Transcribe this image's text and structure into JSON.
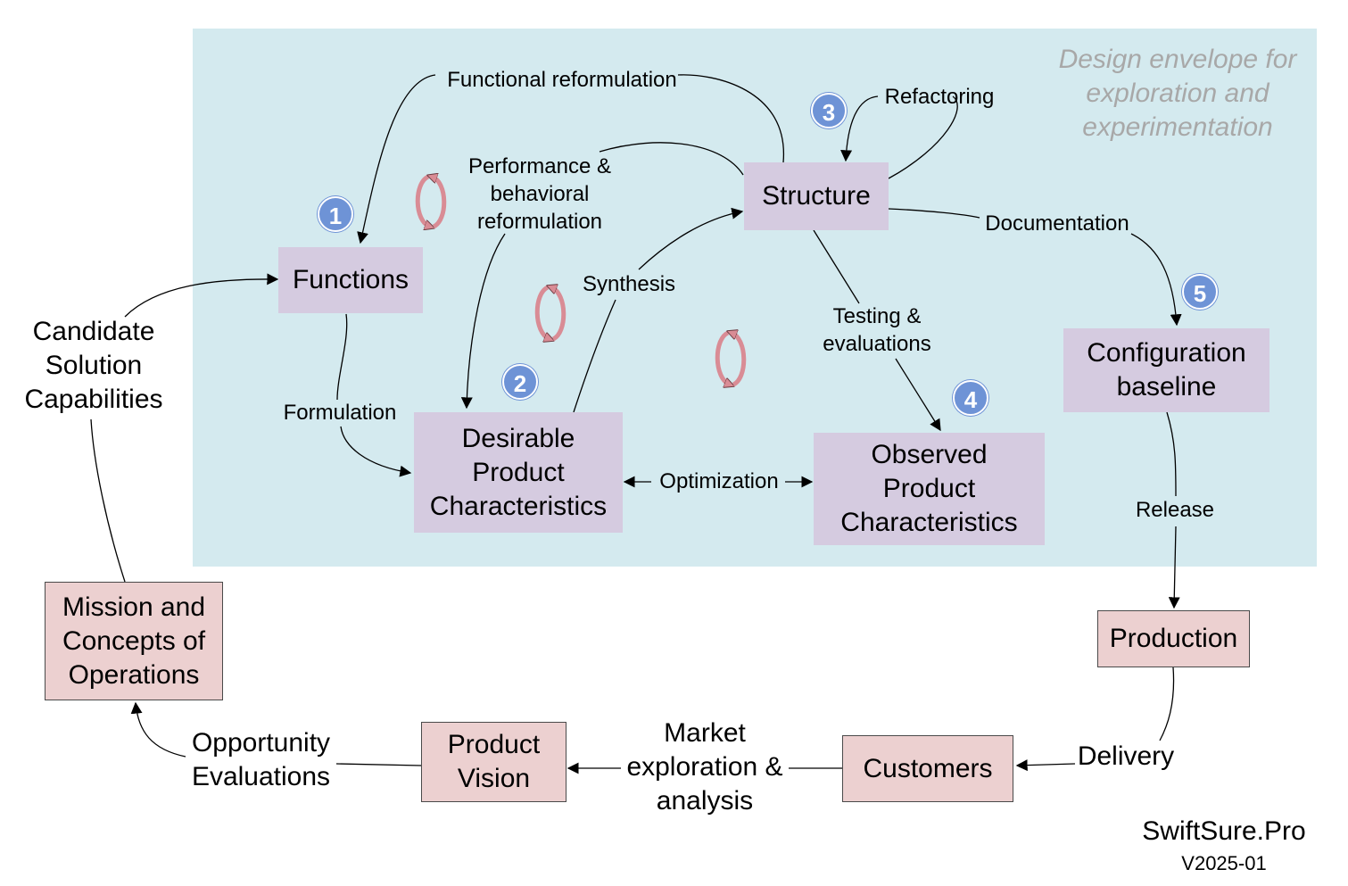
{
  "envelope": {
    "title": "Design envelope\nfor exploration and\nexperimentation"
  },
  "nodes": {
    "functions": "Functions",
    "structure": "Structure",
    "desirable": "Desirable\nProduct\nCharacteristics",
    "observed": "Observed\nProduct\nCharacteristics",
    "configuration": "Configuration\nbaseline",
    "production": "Production",
    "customers": "Customers",
    "vision": "Product\nVision",
    "mission": "Mission and\nConcepts of\nOperations"
  },
  "badges": {
    "b1": "1",
    "b2": "2",
    "b3": "3",
    "b4": "4",
    "b5": "5"
  },
  "edges": {
    "functional_reformulation": "Functional reformulation",
    "refactoring": "Refactoring",
    "performance_reformulation": "Performance &\nbehavioral\nreformulation",
    "synthesis": "Synthesis",
    "documentation": "Documentation",
    "testing": "Testing &\nevaluations",
    "formulation": "Formulation",
    "optimization": "Optimization",
    "release": "Release",
    "delivery": "Delivery",
    "market": "Market\nexploration &\nanalysis",
    "opportunity": "Opportunity\nEvaluations",
    "candidate": "Candidate\nSolution\nCapabilities"
  },
  "icons": [
    "cycle-arrows-icon",
    "cycle-arrows-icon",
    "cycle-arrows-icon"
  ],
  "colors": {
    "envelope": "#d4eaef",
    "design_box": "#d5cbe0",
    "lifecycle_box": "#ecd0d0",
    "badge": "#6e93d6",
    "cycle": "#d98c95",
    "envelope_title": "#a8a8a8"
  },
  "footer": {
    "brand": "SwiftSure.Pro",
    "version": "V2025-01"
  }
}
